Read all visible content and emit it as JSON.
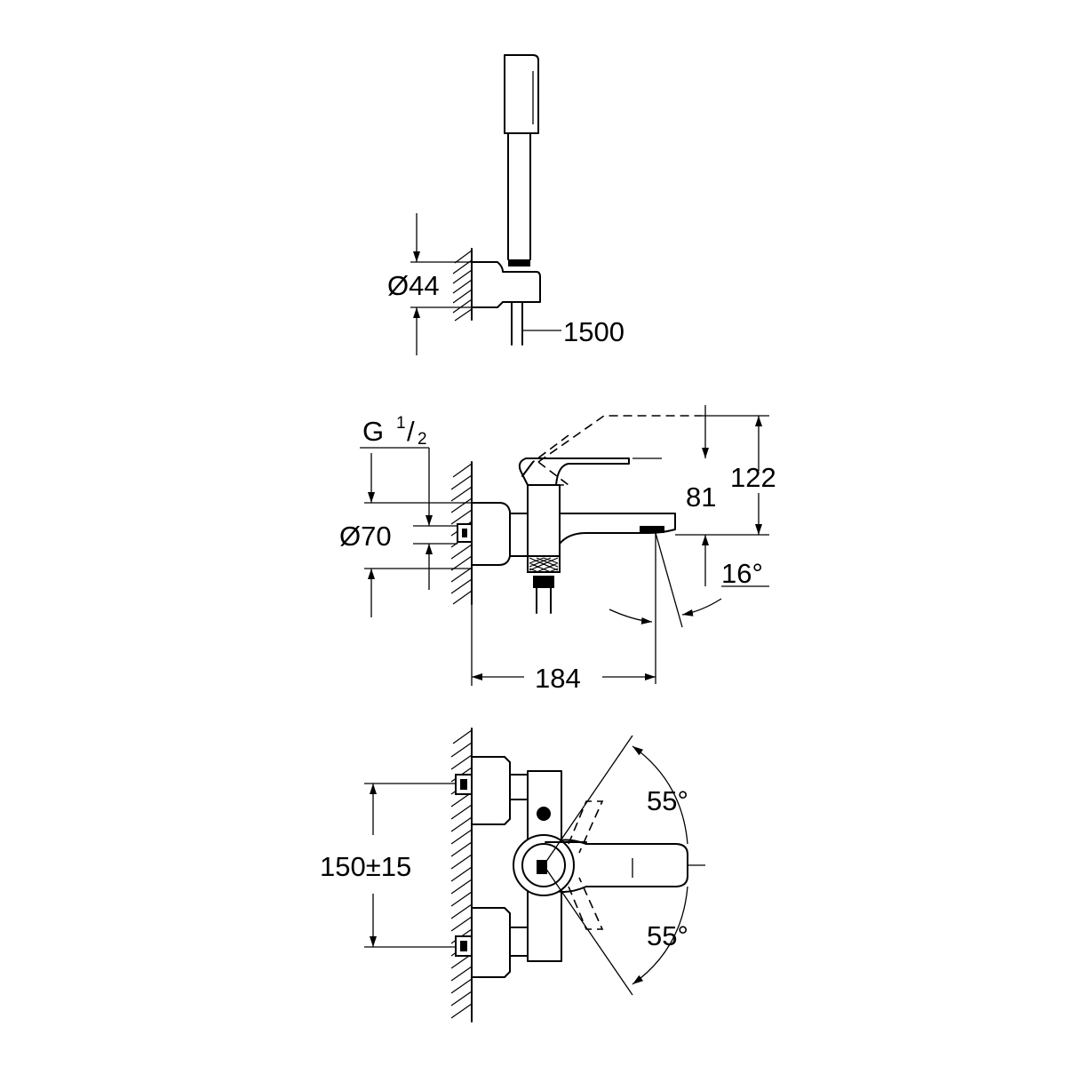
{
  "dimensions": {
    "hand_shower_holder_diameter": "Ø44",
    "hose_length": "1500",
    "thread_size_prefix": "G",
    "thread_size_numerator": "1",
    "thread_size_denominator": "2",
    "escutcheon_diameter": "Ø70",
    "height_spout_lever": "81",
    "height_total_lever_open": "122",
    "spout_angle": "16°",
    "projection_length": "184",
    "lever_rotation_top": "55°",
    "lever_rotation_bottom": "55°",
    "connection_centers": "150±15"
  },
  "colors": {
    "line": "#000000",
    "background": "#ffffff"
  }
}
